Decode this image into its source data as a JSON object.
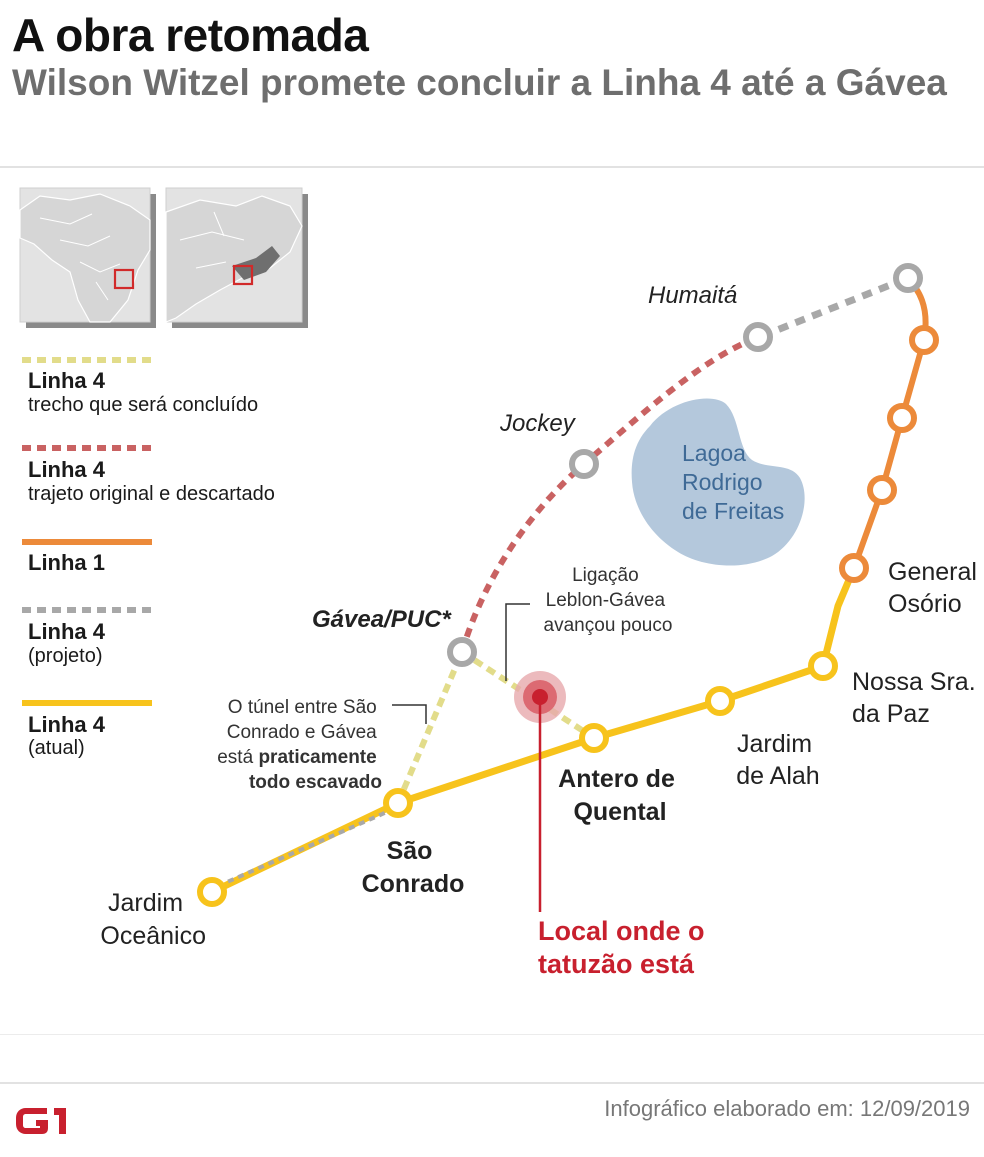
{
  "header": {
    "title": "A obra retomada",
    "subtitle": "Wilson Witzel promete concluir a Linha 4 até a Gávea"
  },
  "legend": [
    {
      "title": "Linha 4",
      "subtitle": "trecho que será concluído",
      "color": "#e2dc8a",
      "style": "dashed"
    },
    {
      "title": "Linha 4",
      "subtitle": "trajeto original e descartado",
      "color": "#c96262",
      "style": "dashed"
    },
    {
      "title": "Linha 1",
      "subtitle": "",
      "color": "#ec8a3a",
      "style": "solid"
    },
    {
      "title": "Linha 4",
      "subtitle": "(projeto)",
      "color": "#a8a8a8",
      "style": "dashed"
    },
    {
      "title": "Linha 4",
      "subtitle": "(atual)",
      "color": "#f7c31c",
      "style": "solid"
    }
  ],
  "map": {
    "lake": [
      "Lagoa",
      "Rodrigo",
      "de Freitas"
    ],
    "stations": {
      "humaita": "Humaitá",
      "jockey": "Jockey",
      "gavea": "Gávea/PUC*",
      "general_osorio": [
        "General",
        "Osório"
      ],
      "nossa_sra": [
        "Nossa Sra.",
        "da Paz"
      ],
      "jardim_alah": [
        "Jardim",
        "de Alah"
      ],
      "antero": [
        "Antero de",
        "Quental"
      ],
      "sao_conrado": [
        "São",
        "Conrado"
      ],
      "jardim_oceanico": [
        "Jardim",
        "Oceânico"
      ]
    },
    "annotations": {
      "ligacao": [
        "Ligação",
        "Leblon-Gávea",
        "avançou pouco"
      ],
      "tunel": [
        "O túnel entre São",
        "Conrado e Gávea",
        "está ",
        "praticamente",
        "todo escavado"
      ],
      "tatuzao": [
        "Local onde o",
        "tatuzão está"
      ]
    },
    "colors": {
      "linha4_atual": "#f7c31c",
      "linha1": "#ec8a3a",
      "linha4_projeto": "#a8a8a8",
      "linha4_descartado": "#c96262",
      "linha4_concluir": "#e2dc8a",
      "lake": "#b4c8dc",
      "tatuzao": "#c8202e"
    }
  },
  "footer": {
    "credit": "Infográfico elaborado em: 12/09/2019",
    "logo": "G1"
  }
}
